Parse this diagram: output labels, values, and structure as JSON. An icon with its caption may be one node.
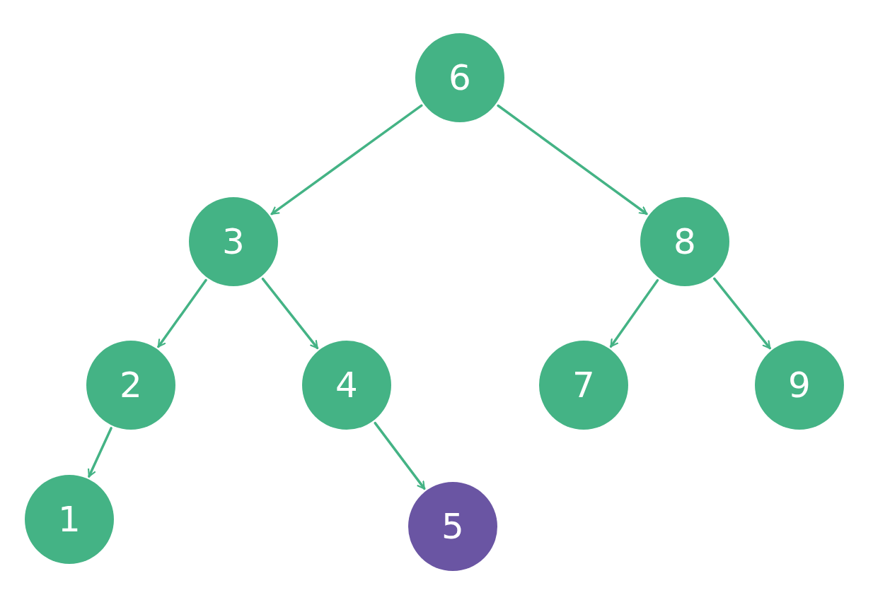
{
  "diagram": {
    "nodes": [
      {
        "text": [
          "6"
        ]
      },
      {
        "text": [
          "3"
        ]
      },
      {
        "text": [
          "8"
        ]
      },
      {
        "text": [
          "2"
        ]
      },
      {
        "text": [
          "4"
        ]
      },
      {
        "text": [
          "7"
        ]
      },
      {
        "text": [
          "9"
        ]
      },
      {
        "text": [
          "1"
        ]
      },
      {
        "text": [
          "5"
        ]
      }
    ],
    "edges": [
      {
        "from": 0,
        "to": 1,
        "arrow": "to"
      },
      {
        "from": 0,
        "to": 2,
        "arrow": "to"
      },
      {
        "from": 1,
        "to": 3,
        "arrow": "to"
      },
      {
        "from": 1,
        "to": 4,
        "arrow": "to"
      },
      {
        "from": 2,
        "to": 5,
        "arrow": "to"
      },
      {
        "from": 2,
        "to": 6,
        "arrow": "to"
      },
      {
        "from": 3,
        "to": 7,
        "arrow": "to"
      },
      {
        "from": 4,
        "to": 8,
        "arrow": "to"
      }
    ]
  }
}
